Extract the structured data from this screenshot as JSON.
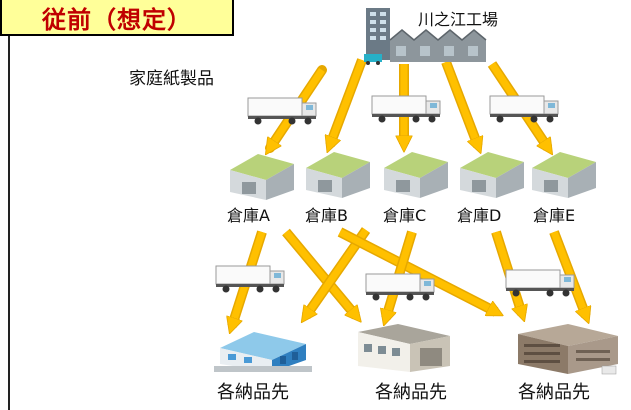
{
  "title": "従前（想定）",
  "factory": {
    "label": "川之江工場"
  },
  "category": {
    "label": "家庭紙製品"
  },
  "warehouses": [
    {
      "label": "倉庫A"
    },
    {
      "label": "倉庫B"
    },
    {
      "label": "倉庫C"
    },
    {
      "label": "倉庫D"
    },
    {
      "label": "倉庫E"
    }
  ],
  "customers": [
    {
      "label": "各納品先"
    },
    {
      "label": "各納品先"
    },
    {
      "label": "各納品先"
    }
  ],
  "colors": {
    "title_bg": "#ffff99",
    "title_text": "#c00000",
    "arrow": "#ffc000",
    "arrow_edge": "#e6a800"
  }
}
